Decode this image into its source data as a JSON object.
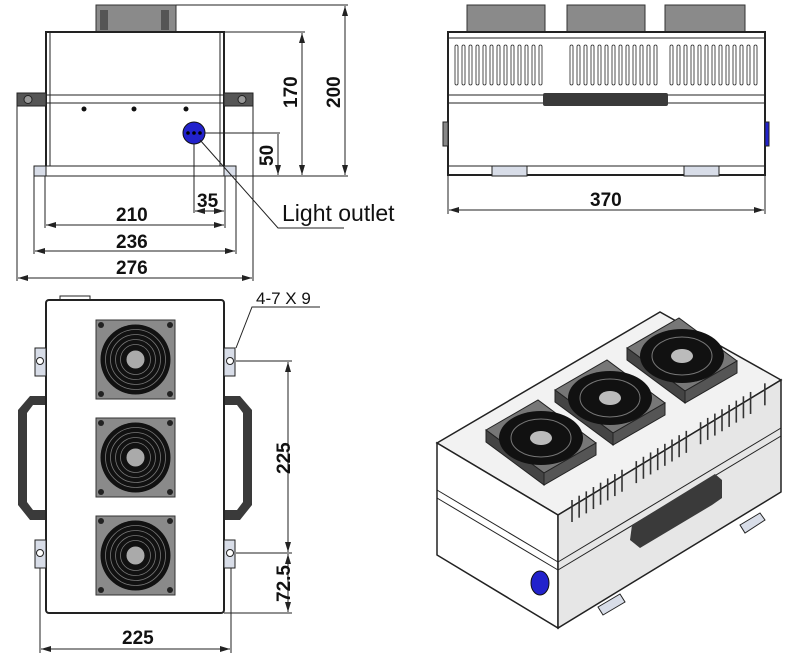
{
  "title": "Laser light source outline dimensions",
  "colors": {
    "outlet": "#2222cc",
    "fan_frame": "#8a8a8a",
    "handle": "#3a3a3a",
    "ear": "#d8dde8",
    "side_face": "#e6e6e6",
    "top_face": "#f2f2f2"
  },
  "front_view": {
    "dims": {
      "width_inner": "210",
      "width_base": "236",
      "width_overall": "276",
      "outlet_offset_x": "35",
      "height_body": "170",
      "height_overall": "200",
      "outlet_height": "50"
    },
    "callout": "Light outlet"
  },
  "side_view": {
    "dims": {
      "length": "370"
    }
  },
  "top_view": {
    "dims": {
      "hole_spacing_y": "225",
      "hole_offset_y": "72.5",
      "hole_spacing_x": "225"
    },
    "callout": "4-7 X 9"
  }
}
